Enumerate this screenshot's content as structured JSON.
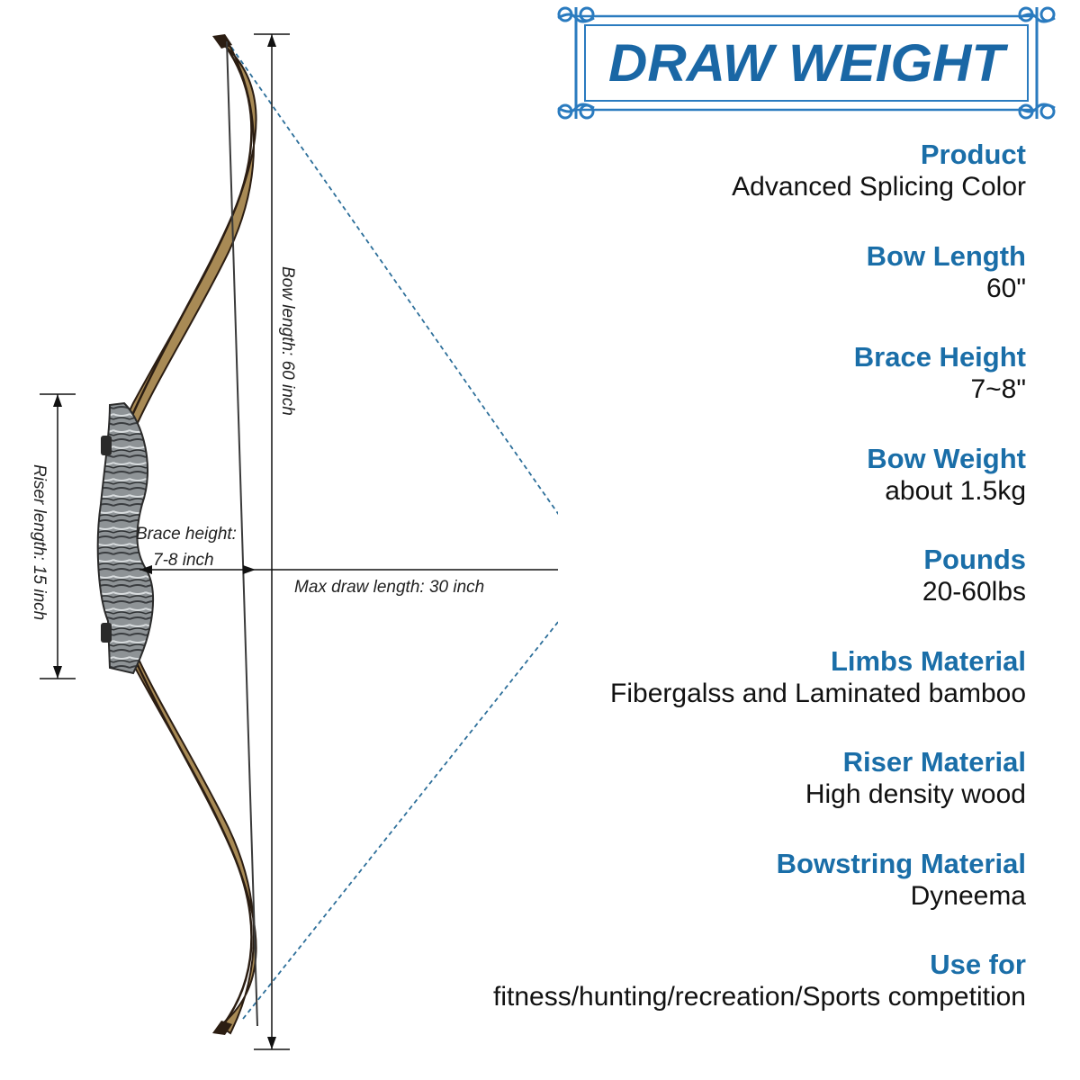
{
  "colors": {
    "accent": "#1a6ea8",
    "banner_fill": "#1a67a5",
    "banner_line": "#2a7bbf",
    "text_dark": "#111111",
    "guide_line": "#2d6f9a",
    "bow_wood": "#a88a55",
    "bow_dark": "#2b1d12",
    "riser": "#8c9093"
  },
  "banner": {
    "title": "DRAW WEIGHT"
  },
  "diagram": {
    "bow_length_label": "Bow length: 60 inch",
    "riser_length_label": "Riser length: 15 inch",
    "brace_height_line1": "Brace height:",
    "brace_height_line2": "7-8 inch",
    "max_draw_label": "Max draw length: 30 inch"
  },
  "specs": [
    {
      "label": "Product",
      "value": "Advanced Splicing Color"
    },
    {
      "label": "Bow Length",
      "value": "60\""
    },
    {
      "label": "Brace Height",
      "value": "7~8\""
    },
    {
      "label": "Bow Weight",
      "value": "about 1.5kg"
    },
    {
      "label": "Pounds",
      "value": "20-60lbs"
    },
    {
      "label": "Limbs Material",
      "value": "Fibergalss and Laminated bamboo"
    },
    {
      "label": "Riser Material",
      "value": "High density wood"
    },
    {
      "label": "Bowstring Material",
      "value": "Dyneema"
    },
    {
      "label": "Use for",
      "value": "fitness/hunting/recreation/Sports competition"
    }
  ]
}
